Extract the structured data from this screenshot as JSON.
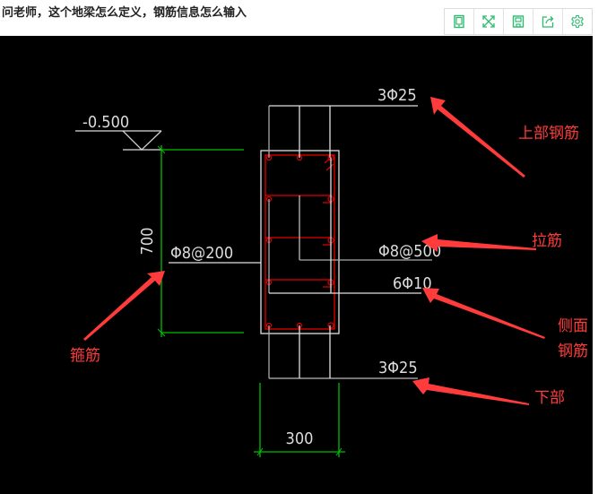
{
  "page": {
    "question_title": "问老师，这个地梁怎么定义，钢筋信息怎么输入"
  },
  "toolbar": {
    "buttons": [
      {
        "name": "tablet-view",
        "icon": "tablet-icon"
      },
      {
        "name": "fullscreen",
        "icon": "expand-icon"
      },
      {
        "name": "save",
        "icon": "save-icon"
      },
      {
        "name": "share",
        "icon": "share-icon"
      },
      {
        "name": "settings",
        "icon": "gear-icon"
      }
    ],
    "icon_color": "#2dbb6e"
  },
  "drawing": {
    "elevation": "-0.500",
    "height_dim": "700",
    "width_dim": "300",
    "stirrup_spec": "Φ8@200",
    "top_rebar_spec": "3Φ25",
    "tie_bar_spec": "Φ8@500",
    "side_rebar_spec": "6Φ10",
    "bottom_rebar_spec": "3Φ25",
    "colors": {
      "background": "#000000",
      "rebar": "#e00000",
      "dimension": "#00c000",
      "line": "#e0e0e0",
      "annotation": "#ff3b3b"
    }
  },
  "annotations": {
    "top_rebar": "上部钢筋",
    "tie_bar": "拉筋",
    "side_rebar_line1": "侧面",
    "side_rebar_line2": "钢筋",
    "bottom_rebar": "下部",
    "stirrup": "箍筋"
  }
}
